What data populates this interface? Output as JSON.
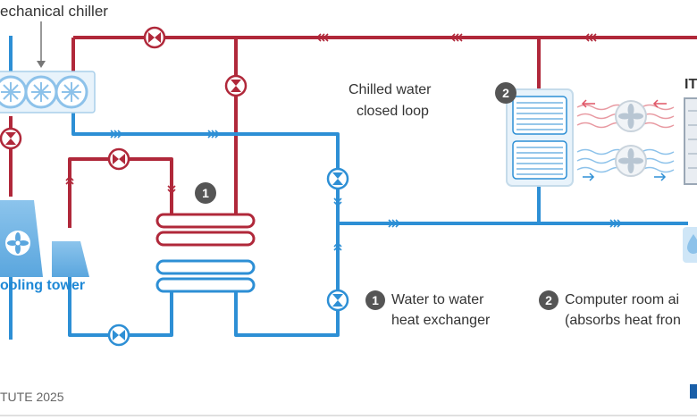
{
  "labels": {
    "chiller": "echanical chiller",
    "cooling_tower": "ooling tower",
    "loop_line1": "Chilled water",
    "loop_line2": "closed loop",
    "it_partial": "IT",
    "legend1_number": "1",
    "legend1_line1": "Water to water",
    "legend1_line2": "heat exchanger",
    "legend2_number": "2",
    "legend2_line1": "Computer room ai",
    "legend2_line2": "(absorbs heat fron",
    "badge1": "1",
    "badge2": "2",
    "footer": "TUTE 2025"
  },
  "colors": {
    "hot_pipe": "#b0283a",
    "cold_pipe": "#2d8fd5",
    "light_blue_fill": "#cfe6f7",
    "badge": "#555555",
    "text": "#333333"
  },
  "icons": [
    "fan-icon",
    "valve-icon",
    "flow-arrow-icon",
    "air-wave-icon",
    "water-drop-icon"
  ]
}
